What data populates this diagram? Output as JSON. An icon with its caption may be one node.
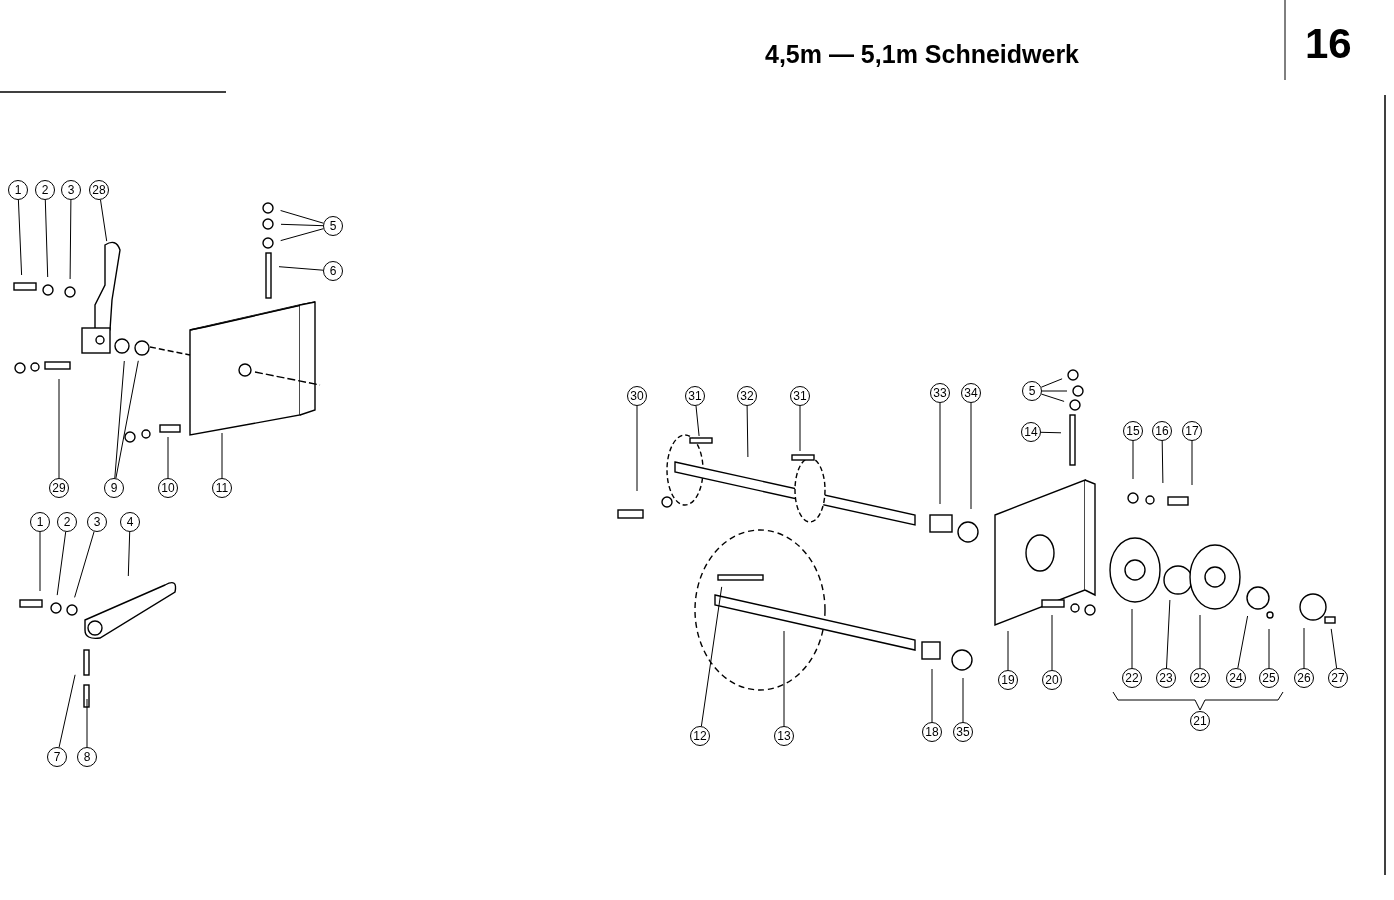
{
  "diagram": {
    "title": "4,5m — 5,1m Schneidwerk",
    "nodes": [
      {
        "text": [
          "1"
        ]
      },
      {
        "text": [
          "2"
        ]
      },
      {
        "text": [
          "3"
        ]
      },
      {
        "text": [
          "28"
        ]
      },
      {
        "text": [
          "5"
        ]
      },
      {
        "text": [
          "6"
        ]
      },
      {
        "text": [
          "29"
        ]
      },
      {
        "text": [
          "9"
        ]
      },
      {
        "text": [
          "10"
        ]
      },
      {
        "text": [
          "11"
        ]
      },
      {
        "text": [
          "1"
        ]
      },
      {
        "text": [
          "2"
        ]
      },
      {
        "text": [
          "3"
        ]
      },
      {
        "text": [
          "4"
        ]
      },
      {
        "text": [
          "7"
        ]
      },
      {
        "text": [
          "8"
        ]
      },
      {
        "text": [
          "30"
        ]
      },
      {
        "text": [
          "31"
        ]
      },
      {
        "text": [
          "32"
        ]
      },
      {
        "text": [
          "31"
        ]
      },
      {
        "text": [
          "33"
        ]
      },
      {
        "text": [
          "34"
        ]
      },
      {
        "text": [
          "5"
        ]
      },
      {
        "text": [
          "14"
        ]
      },
      {
        "text": [
          "15"
        ]
      },
      {
        "text": [
          "16"
        ]
      },
      {
        "text": [
          "17"
        ]
      },
      {
        "text": [
          "19"
        ]
      },
      {
        "text": [
          "20"
        ]
      },
      {
        "text": [
          "22"
        ]
      },
      {
        "text": [
          "23"
        ]
      },
      {
        "text": [
          "22"
        ]
      },
      {
        "text": [
          "24"
        ]
      },
      {
        "text": [
          "25"
        ]
      },
      {
        "text": [
          "26"
        ]
      },
      {
        "text": [
          "27"
        ]
      },
      {
        "text": [
          "21"
        ]
      },
      {
        "text": [
          "12"
        ]
      },
      {
        "text": [
          "13"
        ]
      },
      {
        "text": [
          "18"
        ]
      },
      {
        "text": [
          "35"
        ]
      }
    ],
    "edges": [
      {
        "from": 0,
        "to": null,
        "arrow": "none"
      },
      {
        "from": 1,
        "to": null,
        "arrow": "none"
      },
      {
        "from": 2,
        "to": null,
        "arrow": "none"
      },
      {
        "from": 3,
        "to": null,
        "arrow": "none"
      },
      {
        "from": 4,
        "to": null,
        "arrow": "none"
      },
      {
        "from": 4,
        "to": null,
        "arrow": "none"
      },
      {
        "from": 4,
        "to": null,
        "arrow": "none"
      },
      {
        "from": 5,
        "to": null,
        "arrow": "none"
      },
      {
        "from": 6,
        "to": null,
        "arrow": "none"
      },
      {
        "from": 7,
        "to": null,
        "arrow": "none"
      },
      {
        "from": 7,
        "to": null,
        "arrow": "none"
      },
      {
        "from": 8,
        "to": null,
        "arrow": "none"
      },
      {
        "from": 9,
        "to": null,
        "arrow": "none"
      },
      {
        "from": 10,
        "to": null,
        "arrow": "none"
      },
      {
        "from": 11,
        "to": null,
        "arrow": "none"
      },
      {
        "from": 12,
        "to": null,
        "arrow": "none"
      },
      {
        "from": 13,
        "to": null,
        "arrow": "none"
      },
      {
        "from": 14,
        "to": null,
        "arrow": "none"
      },
      {
        "from": 15,
        "to": null,
        "arrow": "none"
      },
      {
        "from": 16,
        "to": null,
        "arrow": "none"
      },
      {
        "from": 17,
        "to": null,
        "arrow": "none"
      },
      {
        "from": 18,
        "to": null,
        "arrow": "none"
      },
      {
        "from": 19,
        "to": null,
        "arrow": "none"
      },
      {
        "from": 20,
        "to": null,
        "arrow": "none"
      },
      {
        "from": 21,
        "to": null,
        "arrow": "none"
      },
      {
        "from": 22,
        "to": null,
        "arrow": "none"
      },
      {
        "from": 22,
        "to": null,
        "arrow": "none"
      },
      {
        "from": 22,
        "to": null,
        "arrow": "none"
      },
      {
        "from": 23,
        "to": null,
        "arrow": "none"
      },
      {
        "from": 24,
        "to": null,
        "arrow": "none"
      },
      {
        "from": 25,
        "to": null,
        "arrow": "none"
      },
      {
        "from": 26,
        "to": null,
        "arrow": "none"
      },
      {
        "from": 27,
        "to": null,
        "arrow": "none"
      },
      {
        "from": 28,
        "to": null,
        "arrow": "none"
      },
      {
        "from": 29,
        "to": null,
        "arrow": "none"
      },
      {
        "from": 30,
        "to": null,
        "arrow": "none"
      },
      {
        "from": 31,
        "to": null,
        "arrow": "none"
      },
      {
        "from": 32,
        "to": null,
        "arrow": "none"
      },
      {
        "from": 33,
        "to": null,
        "arrow": "none"
      },
      {
        "from": 34,
        "to": null,
        "arrow": "none"
      },
      {
        "from": 35,
        "to": null,
        "arrow": "none"
      },
      {
        "from": 37,
        "to": null,
        "arrow": "none"
      },
      {
        "from": 38,
        "to": null,
        "arrow": "none"
      },
      {
        "from": 39,
        "to": null,
        "arrow": "none"
      },
      {
        "from": 40,
        "to": null,
        "arrow": "none"
      }
    ],
    "labels": [
      "16"
    ]
  }
}
